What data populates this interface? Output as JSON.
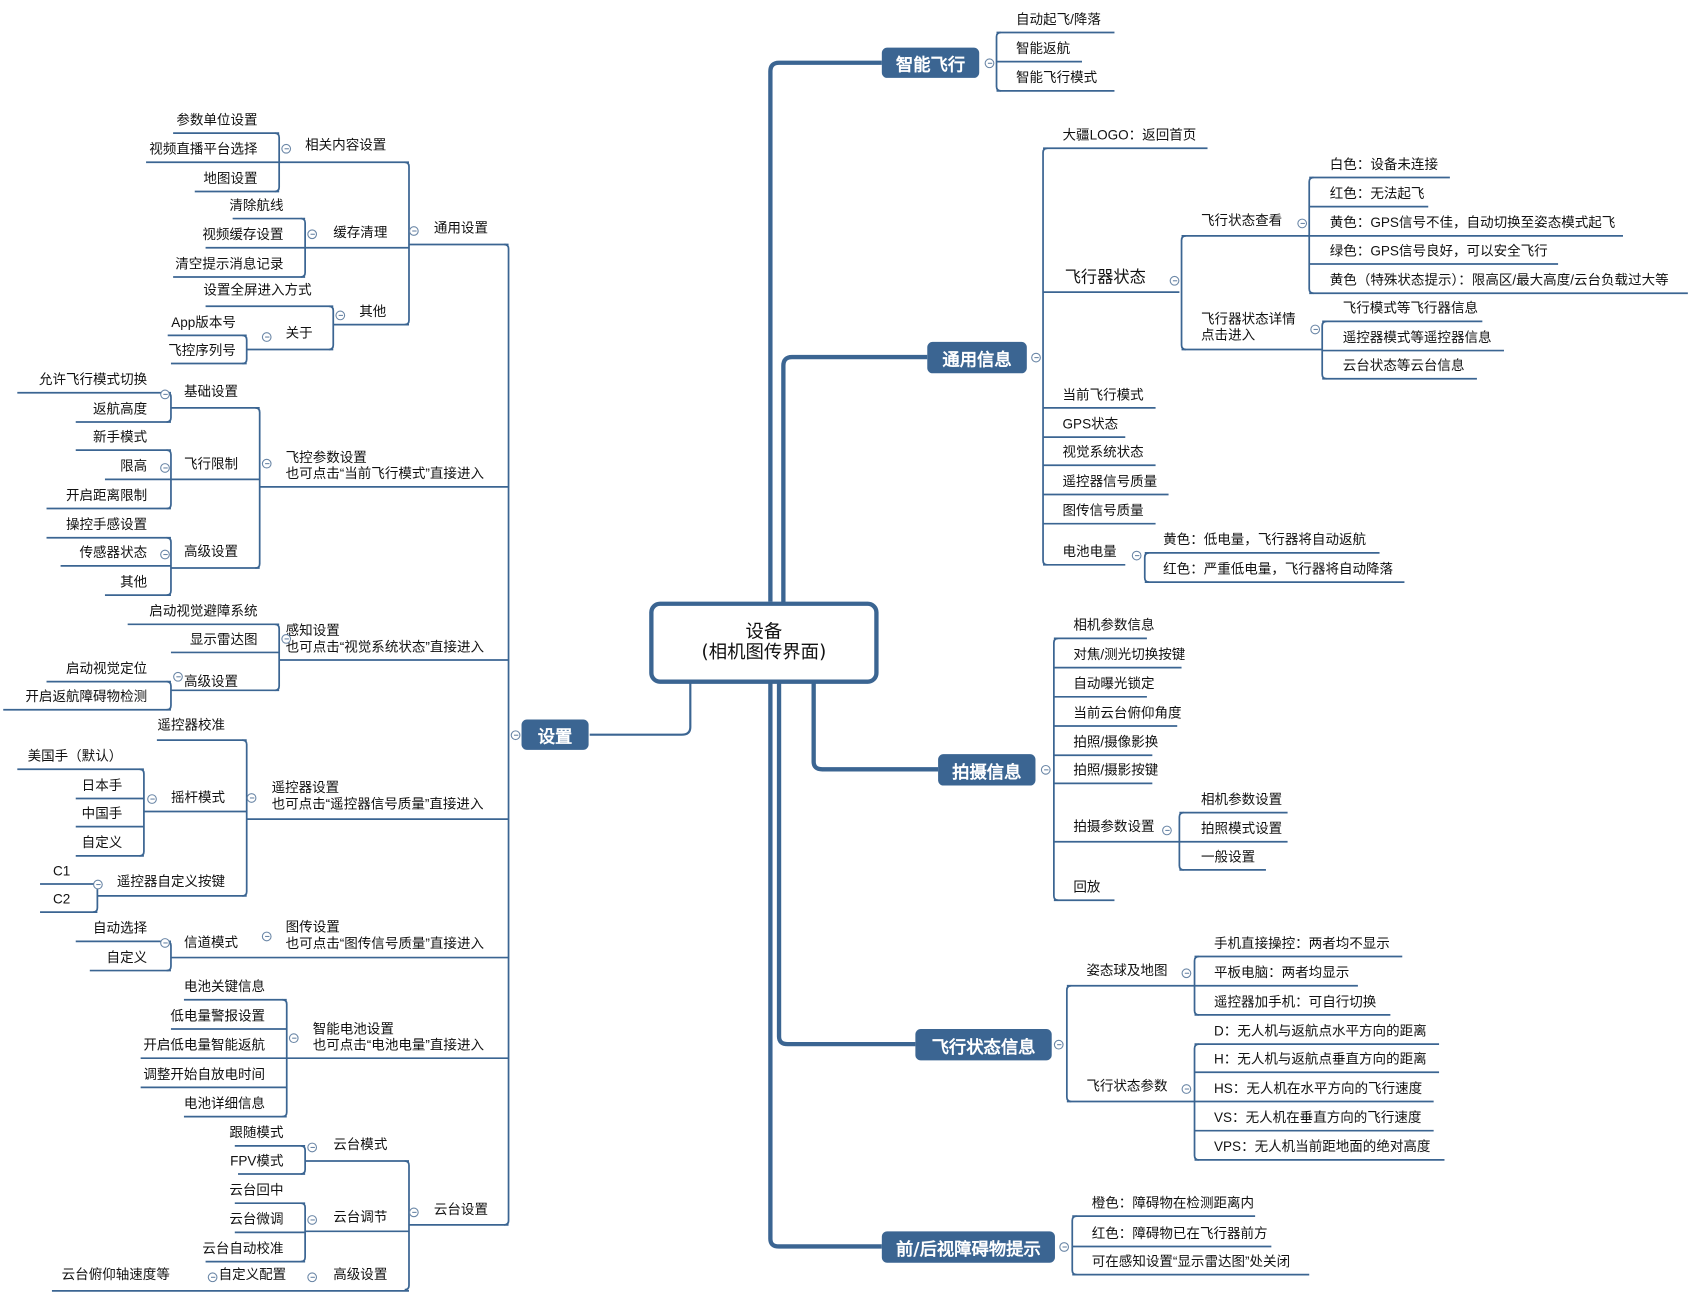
{
  "root": {
    "line1": "设备",
    "line2": "(相机图传界面)"
  },
  "colors": {
    "node_fill": "#3b6592",
    "line": "#3b6592",
    "text": "#111111"
  },
  "right": {
    "smart_flight": {
      "label": "智能飞行",
      "items": [
        "自动起飞/降落",
        "智能返航",
        "智能飞行模式"
      ]
    },
    "general_info": {
      "label": "通用信息",
      "logo": "大疆LOGO：返回首页",
      "aircraft_status": {
        "label": "飞行器状态",
        "view": {
          "label": "飞行状态查看",
          "items": [
            "白色：设备未连接",
            "红色：无法起飞",
            "黄色：GPS信号不佳，自动切换至姿态模式起飞",
            "绿色：GPS信号良好，可以安全飞行",
            "黄色（特殊状态提示）：限高区/最大高度/云台负载过大等"
          ]
        },
        "detail": {
          "line1": "飞行器状态详情",
          "line2": "点击进入",
          "items": [
            "飞行模式等飞行器信息",
            "遥控器模式等遥控器信息",
            "云台状态等云台信息"
          ]
        }
      },
      "items": [
        "当前飞行模式",
        "GPS状态",
        "视觉系统状态",
        "遥控器信号质量",
        "图传信号质量"
      ],
      "battery": {
        "label": "电池电量",
        "items": [
          "黄色：低电量，飞行器将自动返航",
          "红色：严重低电量，飞行器将自动降落"
        ]
      }
    },
    "shooting_info": {
      "label": "拍摄信息",
      "items": [
        "相机参数信息",
        "对焦/测光切换按键",
        "自动曝光锁定",
        "当前云台俯仰角度",
        "拍照/摄像影换",
        "拍照/摄影按键"
      ],
      "params": {
        "label": "拍摄参数设置",
        "items": [
          "相机参数设置",
          "拍照模式设置",
          "一般设置"
        ]
      },
      "playback": "回放"
    },
    "flight_status": {
      "label": "飞行状态信息",
      "attitude": {
        "label": "姿态球及地图",
        "items": [
          "手机直接操控：两者均不显示",
          "平板电脑：两者均显示",
          "遥控器加手机：可自行切换"
        ]
      },
      "params": {
        "label": "飞行状态参数",
        "items": [
          "D：无人机与返航点水平方向的距离",
          "H：无人机与返航点垂直方向的距离",
          "HS：无人机在水平方向的飞行速度",
          "VS：无人机在垂直方向的飞行速度",
          "VPS：无人机当前距地面的绝对高度"
        ]
      }
    },
    "obstacle": {
      "label": "前/后视障碍物提示",
      "items": [
        "橙色：障碍物在检测距离内",
        "红色：障碍物已在飞行器前方",
        "可在感知设置“显示雷达图”处关闭"
      ]
    }
  },
  "left": {
    "settings": {
      "label": "设置"
    },
    "general": {
      "label": "通用设置",
      "related": {
        "label": "相关内容设置",
        "items": [
          "参数单位设置",
          "视频直播平台选择",
          "地图设置"
        ]
      },
      "cache": {
        "label": "缓存清理",
        "items": [
          "清除航线",
          "视频缓存设置",
          "清空提示消息记录"
        ]
      },
      "other": {
        "label": "其他",
        "fullscreen": "设置全屏进入方式",
        "about": {
          "label": "关于",
          "items": [
            "App版本号",
            "飞控序列号"
          ]
        }
      }
    },
    "fc": {
      "line1": "飞控参数设置",
      "line2": "也可点击“当前飞行模式”直接进入",
      "basic": {
        "label": "基础设置",
        "items": [
          "允许飞行模式切换",
          "返航高度"
        ]
      },
      "limit": {
        "label": "飞行限制",
        "items": [
          "新手模式",
          "限高",
          "开启距离限制"
        ]
      },
      "adv": {
        "label": "高级设置",
        "items": [
          "操控手感设置",
          "传感器状态",
          "其他"
        ]
      }
    },
    "perception": {
      "line1": "感知设置",
      "line2": "也可点击“视觉系统状态”直接进入",
      "items": [
        "启动视觉避障系统",
        "显示雷达图"
      ],
      "adv": {
        "label": "高级设置",
        "items": [
          "启动视觉定位",
          "开启返航障碍物检测"
        ]
      }
    },
    "rc": {
      "line1": "遥控器设置",
      "line2": "也可点击“遥控器信号质量”直接进入",
      "calib": "遥控器校准",
      "stick": {
        "label": "摇杆模式",
        "items": [
          "美国手（默认）",
          "日本手",
          "中国手",
          "自定义"
        ]
      },
      "custom": {
        "label": "遥控器自定义按键",
        "items": [
          "C1",
          "C2"
        ]
      }
    },
    "video": {
      "line1": "图传设置",
      "line2": "也可点击“图传信号质量”直接进入",
      "channel": {
        "label": "信道模式",
        "items": [
          "自动选择",
          "自定义"
        ]
      }
    },
    "battery": {
      "line1": "智能电池设置",
      "line2": "也可点击“电池电量”直接进入",
      "items": [
        "电池关键信息",
        "低电量警报设置",
        "开启低电量智能返航",
        "调整开始自放电时间",
        "电池详细信息"
      ]
    },
    "gimbal": {
      "label": "云台设置",
      "mode": {
        "label": "云台模式",
        "items": [
          "跟随模式",
          "FPV模式"
        ]
      },
      "adjust": {
        "label": "云台调节",
        "items": [
          "云台回中",
          "云台微调",
          "云台自动校准"
        ]
      },
      "adv": {
        "label": "高级设置",
        "custom": {
          "label": "自定义配置",
          "items": [
            "云台俯仰轴速度等"
          ]
        }
      }
    }
  }
}
